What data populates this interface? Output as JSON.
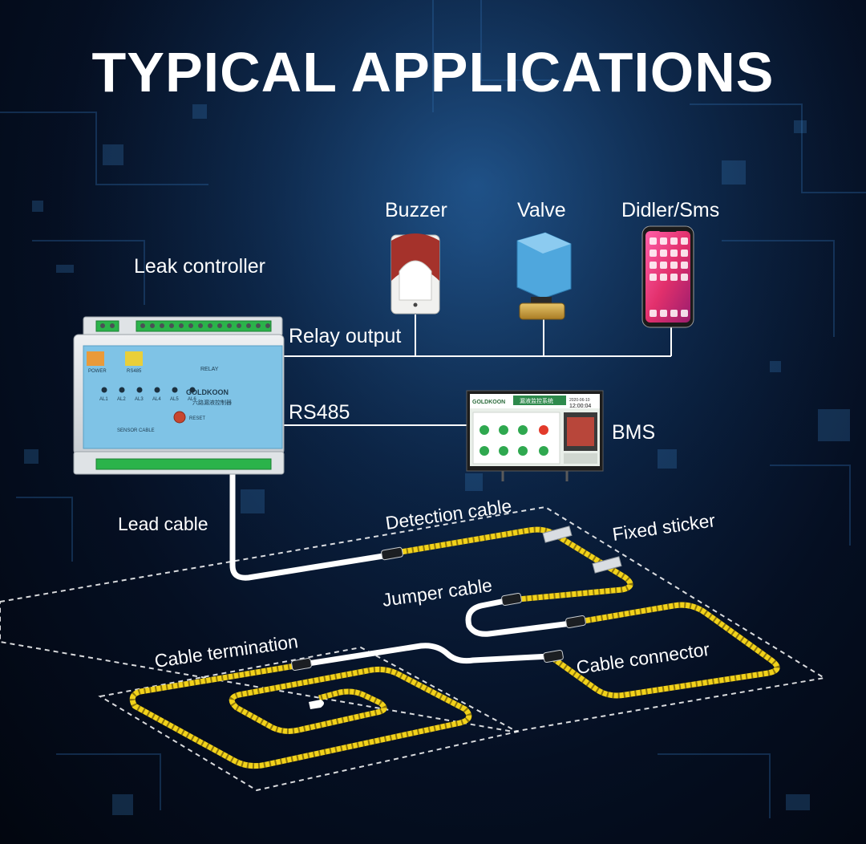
{
  "title": "TYPICAL APPLICATIONS",
  "labels": {
    "buzzer": "Buzzer",
    "valve": "Valve",
    "dialer": "Didler/Sms",
    "leak_controller": "Leak controller",
    "relay_output": "Relay output",
    "rs485": "RS485",
    "bms": "BMS",
    "lead_cable": "Lead cable",
    "detection_cable": "Detection cable",
    "fixed_sticker": "Fixed sticker",
    "jumper_cable": "Jumper cable",
    "cable_termination": "Cable termination",
    "cable_connector": "Cable connector"
  },
  "controller": {
    "brand": "GOLDKOON",
    "status_labels": [
      "POWER",
      "RS485"
    ],
    "relay_label": "RELAY",
    "indicator_labels": [
      "AL1",
      "AL2",
      "AL3",
      "AL4",
      "AL5",
      "AL6"
    ],
    "reset_label": "RESET",
    "sensor_label": "SENSOR CABLE",
    "name_cn": "六路漏液控制器"
  },
  "bms_screen": {
    "brand": "GOLDKOON",
    "system_title": "漏液监控系统",
    "date": "2020-06-10",
    "time": "12:00:04"
  },
  "colors": {
    "cable_yellow": "#f2d21a",
    "zone_dash": "#ffffff",
    "controller_blue": "#7fc3e6",
    "valve_blue": "#4fa7dd"
  }
}
